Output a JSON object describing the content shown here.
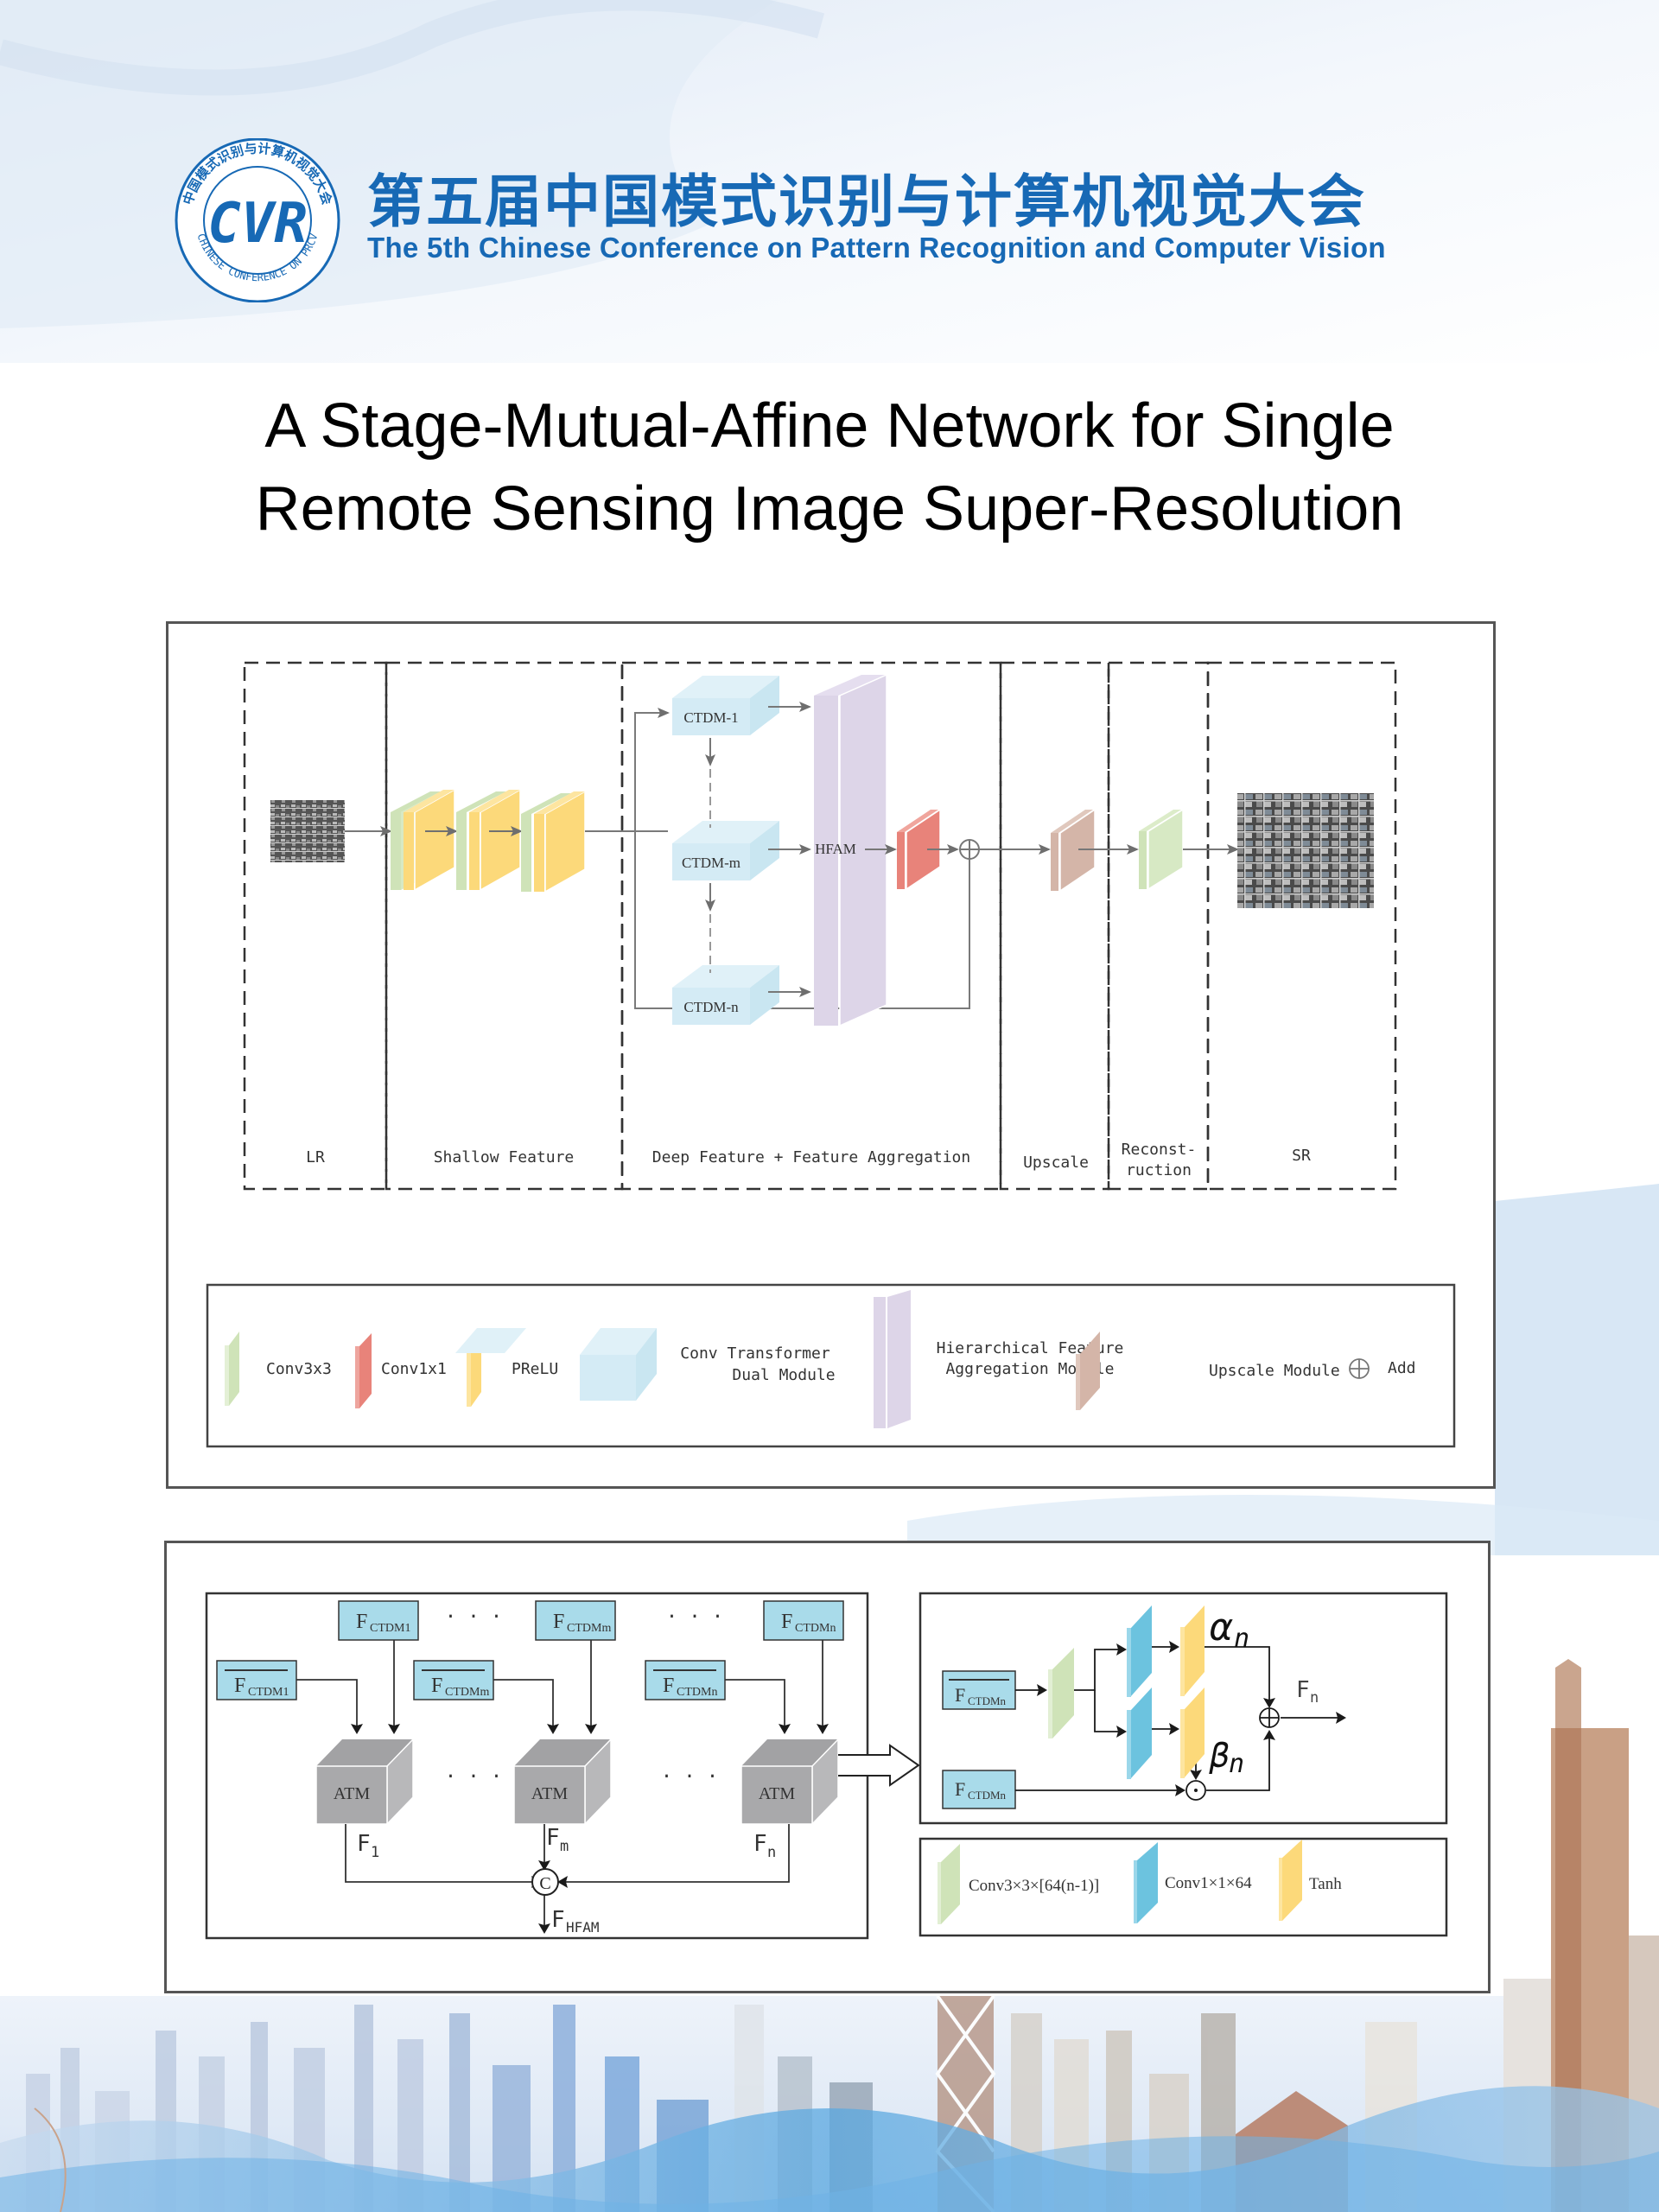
{
  "header": {
    "logo": {
      "ring_text_cn": "中国模式识别与计算机视觉大会",
      "ring_text_en": "CHINESE CONFERENCE ON PRCV",
      "monogram": "CVR"
    },
    "title_cn": "第五届中国模式识别与计算机视觉大会",
    "title_en": "The 5th Chinese Conference on Pattern Recognition and Computer Vision"
  },
  "paper": {
    "title_line1": "A Stage-Mutual-Affine Network for Single",
    "title_line2": "Remote Sensing Image Super-Resolution"
  },
  "figure1": {
    "stages": [
      {
        "label": "LR"
      },
      {
        "label": "Shallow Feature"
      },
      {
        "label": "Deep Feature + Feature Aggregation"
      },
      {
        "label": "Upscale"
      },
      {
        "label_line1": "Reconst-",
        "label_line2": "ruction"
      },
      {
        "label": "SR"
      }
    ],
    "ctdm_blocks": [
      "CTDM-1",
      "CTDM-m",
      "CTDM-n"
    ],
    "hfam_label": "HFAM",
    "legend": {
      "conv3x3": "Conv3x3",
      "conv1x1": "Conv1x1",
      "prelu": "PReLU",
      "ctdm_line1": "Conv Transformer",
      "ctdm_line2": "Dual Module",
      "hfam_line1": "Hierarchical Feature",
      "hfam_line2": "Aggregation Module",
      "upscale": "Upscale Module",
      "add": "Add"
    }
  },
  "figure2": {
    "left": {
      "top_inputs": [
        {
          "base": "F",
          "sub": "CTDM1"
        },
        {
          "base": "F",
          "sub": "CTDMm"
        },
        {
          "base": "F",
          "sub": "CTDMn"
        }
      ],
      "bar_inputs": [
        {
          "base": "F",
          "sub": "CTDM1"
        },
        {
          "base": "F",
          "sub": "CTDMm"
        },
        {
          "base": "F",
          "sub": "CTDMn"
        }
      ],
      "atm_label": "ATM",
      "outputs": [
        {
          "base": "F",
          "sub": "1"
        },
        {
          "base": "F",
          "sub": "m"
        },
        {
          "base": "F",
          "sub": "n"
        }
      ],
      "ellipsis": "· · ·",
      "concat_symbol": "C",
      "final_output": {
        "base": "F",
        "sub": "HFAM"
      }
    },
    "right": {
      "bar_input": {
        "base": "F",
        "sub": "CTDMn"
      },
      "input": {
        "base": "F",
        "sub": "CTDMn"
      },
      "alpha": {
        "base": "α",
        "sub": "n"
      },
      "beta": {
        "base": "β",
        "sub": "n"
      },
      "output": {
        "base": "F",
        "sub": "n"
      }
    },
    "legend": {
      "conv3": "Conv3×3×[64(n-1)]",
      "conv1": "Conv1×1×64",
      "tanh": "Tanh"
    }
  },
  "colors": {
    "brand_blue": "#1769b5",
    "conv3x3_green": "#cfe3b8",
    "conv1x1_red": "#e8837a",
    "prelu_yellow": "#fcd97a",
    "ctdm_blue": "#d4ebf5",
    "hfam_purple": "#ddd5e8",
    "upscale_brown": "#d4b5a8",
    "atm_gray": "#a9a9ab",
    "input_box_blue": "#a9dbea",
    "conv1_blue": "#6cc3df"
  }
}
